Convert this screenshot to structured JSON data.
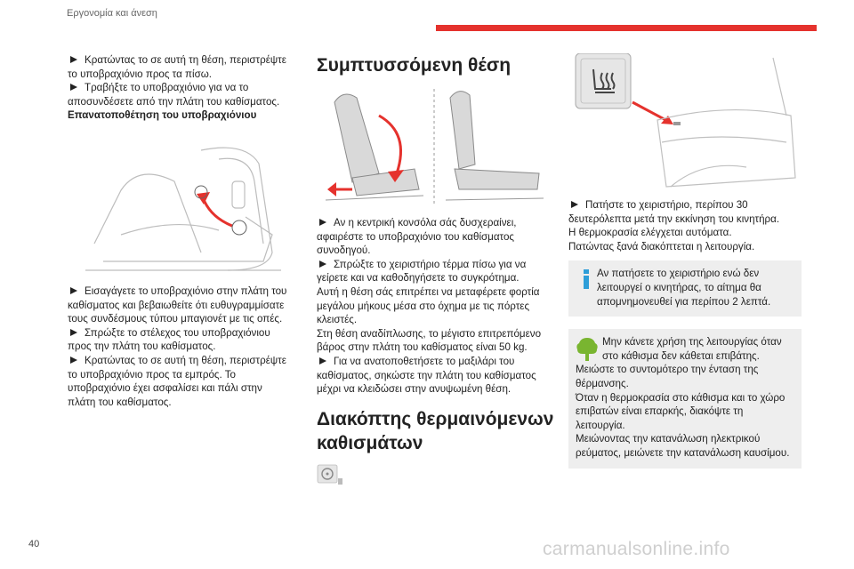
{
  "header": {
    "section": "Εργονομία και άνεση"
  },
  "footer": {
    "page_number": "40",
    "watermark": "carmanualsonline.info"
  },
  "colors": {
    "accent_red": "#e5322d",
    "info_blue": "#2e9ed8",
    "eco_green": "#79b530",
    "box_grey": "#eeeeee"
  },
  "col1": {
    "p1": "Κρατώντας το σε αυτή τη θέση, περιστρέψτε το υποβραχιόνιο προς τα πίσω.",
    "p2": "Τραβήξτε το υποβραχιόνιο για να το αποσυνδέσετε από την πλάτη του καθίσματος.",
    "heading": "Επανατοποθέτηση του υποβραχιόνιου",
    "p3": "Εισαγάγετε το υποβραχιόνιο στην πλάτη του καθίσματος και βεβαιωθείτε ότι ευθυγραμμίσατε τους συνδέσμους τύπου μπαγιονέτ με τις οπές.",
    "p4": "Σπρώξτε το στέλεχος του υποβραχιόνιου προς την πλάτη του καθίσματος.",
    "p5": "Κρατώντας το σε αυτή τη θέση, περιστρέψτε το υποβραχιόνιο προς τα εμπρός. Το υποβραχιόνιο έχει ασφαλίσει και πάλι στην πλάτη του καθίσματος."
  },
  "col2": {
    "title": "Συμπτυσσόμενη θέση",
    "p1": "Αν η κεντρική κονσόλα σάς δυσχεραίνει, αφαιρέστε το υποβραχιόνιο του καθίσματος συνοδηγού.",
    "p2": "Σπρώξτε το χειριστήριο τέρμα πίσω για να γείρετε και να καθοδηγήσετε το συγκρότημα.",
    "p3": "Αυτή η θέση σάς επιτρέπει να μεταφέρετε φορτία μεγάλου μήκους μέσα στο όχημα με τις πόρτες κλειστές.",
    "p4": "Στη θέση αναδίπλωσης, το μέγιστο επιτρεπόμενο βάρος στην πλάτη του καθίσματος είναι 50 kg.",
    "p5": "Για να ανατοποθετήσετε το μαξιλάρι του καθίσματος, σηκώστε την πλάτη του καθίσματος μέχρι να κλειδώσει στην ανυψωμένη θέση.",
    "title2": "Διακόπτης θερμαινόμενων καθισμάτων"
  },
  "col3": {
    "p1": "Πατήστε το χειριστήριο, περίπου 30 δευτερόλεπτα μετά την εκκίνηση του κινητήρα.",
    "p2": "Η θερμοκρασία ελέγχεται αυτόματα.",
    "p3": "Πατώντας ξανά διακόπτεται η λειτουργία.",
    "info": "Αν πατήσετε το χειριστήριο ενώ δεν λειτουργεί ο κινητήρας, το αίτημα θα απομνημονευθεί για περίπου 2 λεπτά.",
    "eco1": "Μην κάνετε χρήση της λειτουργίας όταν στο κάθισμα δεν κάθεται επιβάτης.",
    "eco2": "Μειώστε το συντομότερο την ένταση της θέρμανσης.",
    "eco3": "Όταν η θερμοκρασία στο κάθισμα και το χώρο επιβατών είναι επαρκής, διακόψτε τη λειτουργία.",
    "eco4": "Μειώνοντας την κατανάλωση ηλεκτρικού ρεύματος, μειώνετε την κατανάλωση καυσίμου."
  }
}
